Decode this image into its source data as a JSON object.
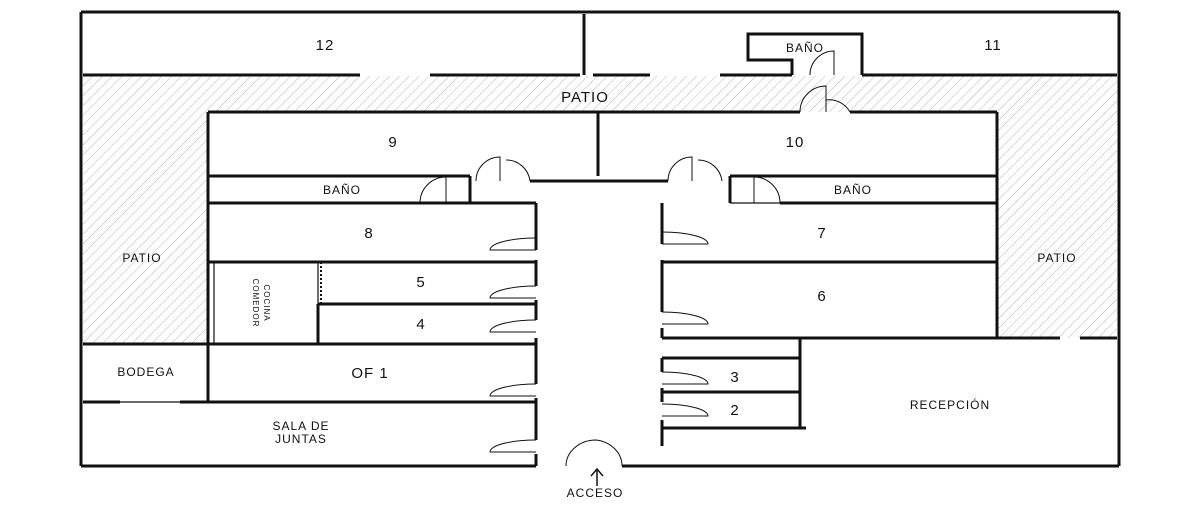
{
  "rooms": {
    "r12": "12",
    "r11": "11",
    "bano_top": "BAÑO",
    "patio_top": "PATIO",
    "r9": "9",
    "r10": "10",
    "bano_left": "BAÑO",
    "bano_right": "BAÑO",
    "r8": "8",
    "r7": "7",
    "patio_left": "PATIO",
    "patio_right": "PATIO",
    "r5": "5",
    "r4": "4",
    "r6": "6",
    "comedor": "COMEDOR",
    "cocina": "COCINA",
    "bodega": "BODEGA",
    "of1": "OF 1",
    "r3": "3",
    "r2": "2",
    "recepcion": "RECEPCIÓN",
    "sala_line1": "SALA DE",
    "sala_line2": "JUNTAS",
    "acceso": "ACCESO"
  }
}
